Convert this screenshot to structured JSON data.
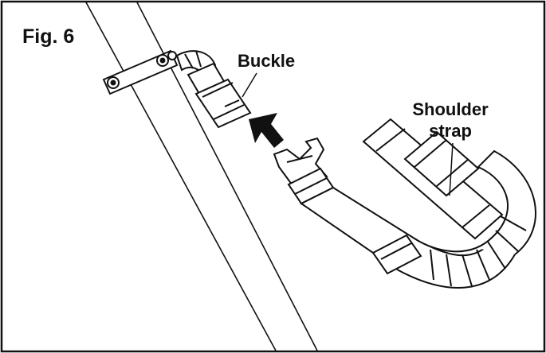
{
  "figure": {
    "label": "Fig. 6"
  },
  "callouts": {
    "buckle": "Buckle",
    "shoulder_strap_line1": "Shoulder",
    "shoulder_strap_line2": "strap"
  },
  "colors": {
    "ink": "#111111",
    "paper": "#ffffff"
  }
}
